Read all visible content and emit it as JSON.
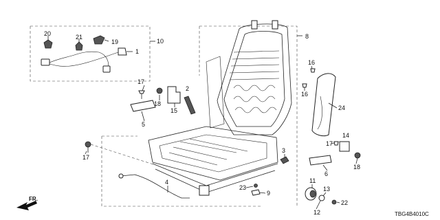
{
  "diagram": {
    "code": "TBG4B4010C",
    "direction_label": "FR.",
    "callouts": [
      {
        "id": "c1",
        "text": "1"
      },
      {
        "id": "c2",
        "text": "2"
      },
      {
        "id": "c3",
        "text": "3"
      },
      {
        "id": "c4",
        "text": "4"
      },
      {
        "id": "c5",
        "text": "5"
      },
      {
        "id": "c6",
        "text": "6"
      },
      {
        "id": "c8",
        "text": "8"
      },
      {
        "id": "c9",
        "text": "9"
      },
      {
        "id": "c10",
        "text": "10"
      },
      {
        "id": "c11",
        "text": "11"
      },
      {
        "id": "c12",
        "text": "12"
      },
      {
        "id": "c13",
        "text": "13"
      },
      {
        "id": "c14",
        "text": "14"
      },
      {
        "id": "c15",
        "text": "15"
      },
      {
        "id": "c16a",
        "text": "16"
      },
      {
        "id": "c16b",
        "text": "16"
      },
      {
        "id": "c17a",
        "text": "17"
      },
      {
        "id": "c17b",
        "text": "17"
      },
      {
        "id": "c17c",
        "text": "17"
      },
      {
        "id": "c18a",
        "text": "18"
      },
      {
        "id": "c18b",
        "text": "18"
      },
      {
        "id": "c19",
        "text": "19"
      },
      {
        "id": "c20",
        "text": "20"
      },
      {
        "id": "c21",
        "text": "21"
      },
      {
        "id": "c22",
        "text": "22"
      },
      {
        "id": "c23",
        "text": "23"
      },
      {
        "id": "c24",
        "text": "24"
      }
    ]
  }
}
